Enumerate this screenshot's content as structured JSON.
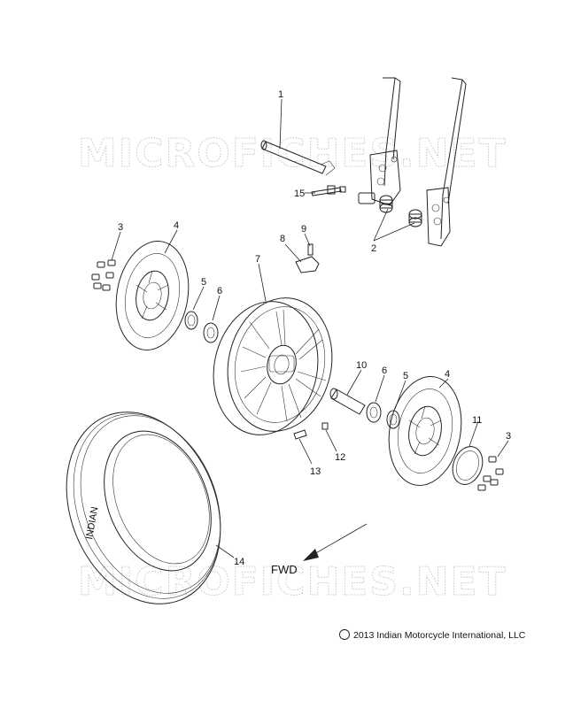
{
  "watermarks": [
    "MICROFICHES.NET",
    "MICROFICHES.NET"
  ],
  "callouts": [
    "1",
    "2",
    "3",
    "4",
    "5",
    "6",
    "7",
    "8",
    "9",
    "10",
    "11",
    "12",
    "13",
    "14",
    "15",
    "3",
    "4",
    "5",
    "6"
  ],
  "direction_label": "FWD",
  "copyright": "2013 Indian Motorcycle International, LLC",
  "copyright_symbol": "©",
  "tire_sidewall_mark": "INDIAN"
}
